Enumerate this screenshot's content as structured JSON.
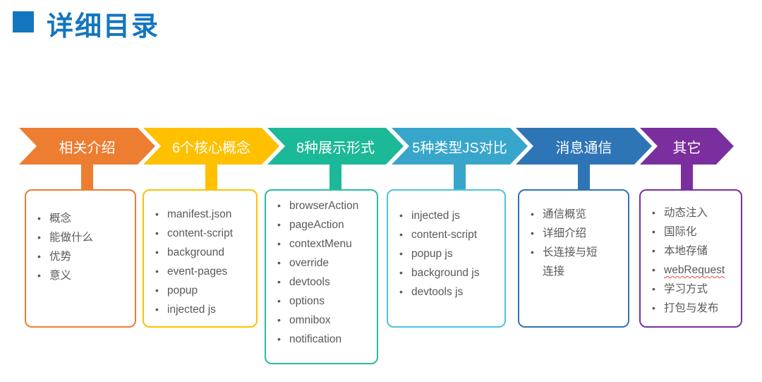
{
  "title": {
    "text": "详细目录"
  },
  "palette": {
    "title_blue": "#1476BE",
    "text_gray": "#595959",
    "spellcheck_red": "#E14B4B",
    "background": "#FFFFFF"
  },
  "list_bullet": "•",
  "sections": [
    {
      "label": "相关介绍",
      "arrow_color": "#ED7D31",
      "border_color": "#ED7D31",
      "items": [
        "概念",
        "能做什么",
        "优势",
        "意义"
      ]
    },
    {
      "label": "6个核心概念",
      "arrow_color": "#FFC000",
      "border_color": "#FFC000",
      "items": [
        "manifest.json",
        "content-script",
        "background",
        "event-pages",
        "popup",
        "injected js"
      ]
    },
    {
      "label": "8种展示形式",
      "arrow_color": "#1CB998",
      "border_color": "#2BBBA0",
      "items": [
        "browserAction",
        "pageAction",
        "contextMenu",
        "override",
        "devtools",
        "options",
        "omnibox",
        "notification"
      ]
    },
    {
      "label": "5种类型JS对比",
      "arrow_color": "#38A6CB",
      "border_color": "#4EC3DE",
      "items": [
        "injected js",
        "content-script",
        "popup js",
        "background js",
        "devtools js"
      ]
    },
    {
      "label": "消息通信",
      "arrow_color": "#2E75B6",
      "border_color": "#2E75B6",
      "items": [
        "通信概览",
        "详细介绍",
        "长连接与短连接"
      ]
    },
    {
      "label": "其它",
      "arrow_color": "#7B2F9E",
      "border_color": "#7B2F9E",
      "spellcheck_item": "webRequest",
      "items": [
        "动态注入",
        "国际化",
        "本地存储",
        "webRequest",
        "学习方式",
        "打包与发布"
      ]
    }
  ]
}
